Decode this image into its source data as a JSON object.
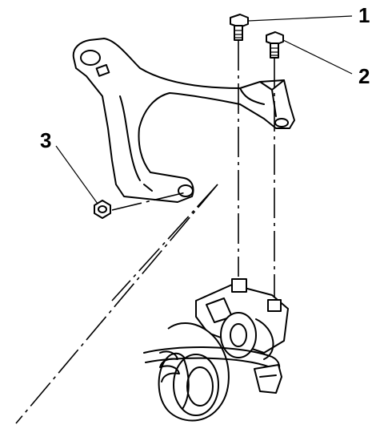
{
  "callouts": [
    {
      "label": "1"
    },
    {
      "label": "2"
    },
    {
      "label": "3"
    }
  ],
  "colors": {
    "ink": "#000000",
    "paper": "#ffffff"
  }
}
